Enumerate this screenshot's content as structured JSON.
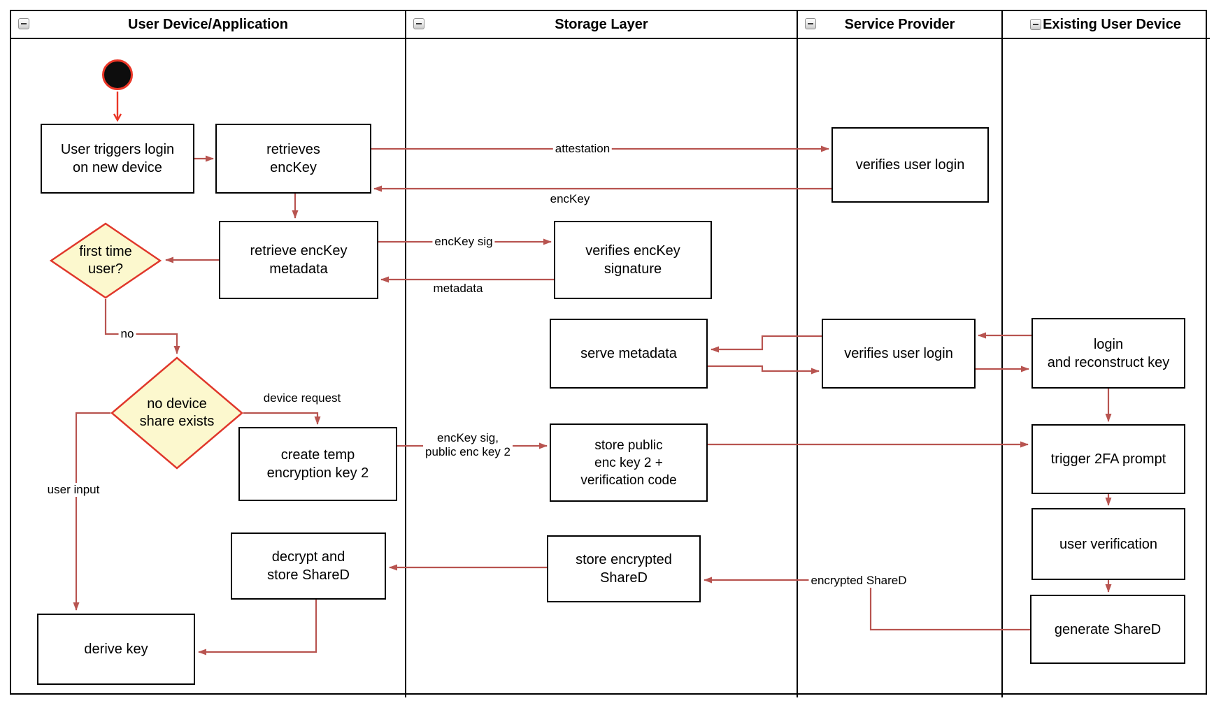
{
  "lanes": [
    {
      "title": "User Device/Application"
    },
    {
      "title": "Storage Layer"
    },
    {
      "title": "Service Provider"
    },
    {
      "title": "Existing User Device"
    }
  ],
  "nodes": {
    "user_triggers_login": {
      "label": "User triggers login\non new device"
    },
    "retrieves_enckey": {
      "label": "retrieves\nencKey"
    },
    "verifies_user_login_top": {
      "label": "verifies user login"
    },
    "retrieve_enckey_metadata": {
      "label": "retrieve encKey\nmetadata"
    },
    "first_time_user": {
      "label": "first time\nuser?"
    },
    "verifies_enckey_signature": {
      "label": "verifies encKey\nsignature"
    },
    "serve_metadata": {
      "label": "serve metadata"
    },
    "verifies_user_login_mid": {
      "label": "verifies user login"
    },
    "login_reconstruct": {
      "label": "login\nand reconstruct key"
    },
    "no_device_share": {
      "label": "no device\nshare exists"
    },
    "create_temp_key": {
      "label": "create temp\nencryption key 2"
    },
    "store_public_key": {
      "label": "store public\nenc key 2 +\nverification code"
    },
    "trigger_2fa": {
      "label": "trigger 2FA prompt"
    },
    "user_verification": {
      "label": "user verification"
    },
    "generate_shared": {
      "label": "generate ShareD"
    },
    "decrypt_store_shared": {
      "label": "decrypt and\nstore ShareD"
    },
    "store_encrypted_shared": {
      "label": "store encrypted\nShareD"
    },
    "derive_key": {
      "label": "derive key"
    }
  },
  "edge_labels": {
    "attestation": "attestation",
    "enckey": "encKey",
    "enckey_sig": "encKey sig",
    "metadata": "metadata",
    "no": "no",
    "device_request": "device request",
    "enckey_sig_public": "encKey sig,\npublic enc key 2",
    "user_input": "user input",
    "encrypted_shared": "encrypted ShareD"
  },
  "colors": {
    "connector": "#b85450",
    "accent_red": "#ea3627",
    "decision_fill": "#fcf8ce",
    "decision_border": "#e0372b",
    "node_border": "#000000",
    "node_fill": "#ffffff"
  }
}
